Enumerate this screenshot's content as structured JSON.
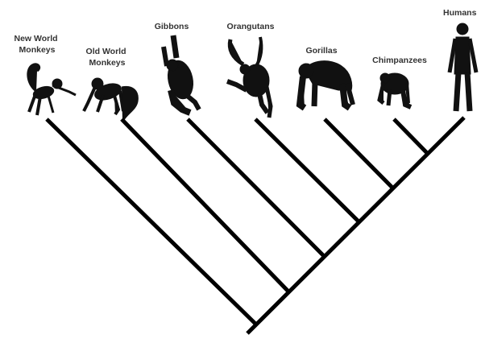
{
  "diagram": {
    "type": "cladogram",
    "taxa": [
      {
        "id": "new-world-monkeys",
        "label_lines": [
          "New World",
          "Monkeys"
        ],
        "icon": "new-world-monkey-icon"
      },
      {
        "id": "old-world-monkeys",
        "label_lines": [
          "Old World",
          "Monkeys"
        ],
        "icon": "old-world-monkey-icon"
      },
      {
        "id": "gibbons",
        "label_lines": [
          "Gibbons"
        ],
        "icon": "gibbon-icon"
      },
      {
        "id": "orangutans",
        "label_lines": [
          "Orangutans"
        ],
        "icon": "orangutan-icon"
      },
      {
        "id": "gorillas",
        "label_lines": [
          "Gorillas"
        ],
        "icon": "gorilla-icon"
      },
      {
        "id": "chimpanzees",
        "label_lines": [
          "Chimpanzees"
        ],
        "icon": "chimpanzee-icon"
      },
      {
        "id": "humans",
        "label_lines": [
          "Humans"
        ],
        "icon": "human-icon"
      }
    ],
    "colors": {
      "branch": "#000000",
      "silhouette": "#111111",
      "label": "#333333",
      "background": "#ffffff"
    }
  }
}
